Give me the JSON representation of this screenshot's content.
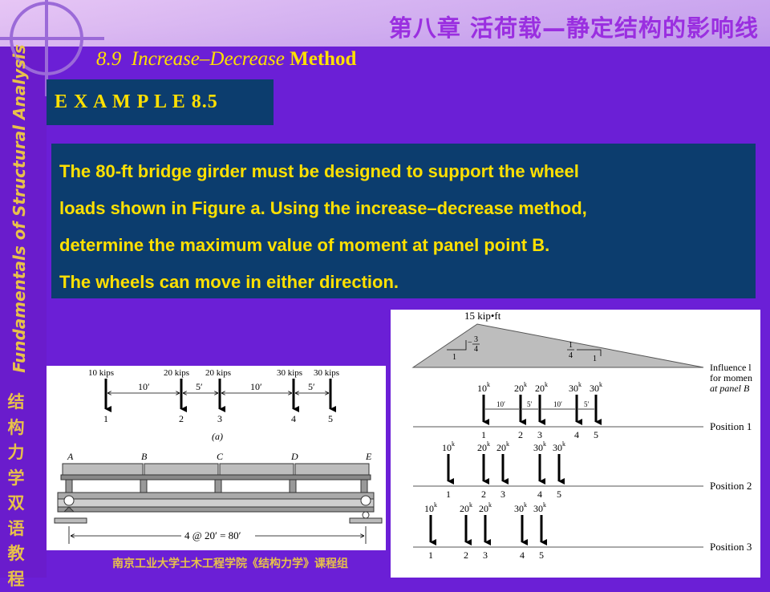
{
  "header": {
    "chapter_title": "第八章   活荷载—静定结构的影响线",
    "section_number": "8.9",
    "section_italic": "Increase–Decrease",
    "section_method": "Method"
  },
  "sidebar": {
    "vertical_title": "Fundamentals of Structural Analysis",
    "vertical_cn": [
      "结",
      "构",
      "力",
      "学",
      "双",
      "语",
      "教",
      "程"
    ]
  },
  "example": {
    "label": "E X A M P L E  8.5"
  },
  "problem": {
    "lines": [
      "The 80-ft bridge girder must be designed to support the wheel",
      "loads shown in Figure a. Using the increase–decrease method,",
      "determine the maximum value of moment at panel point B.",
      "The wheels can move in either direction."
    ]
  },
  "figure_a": {
    "loads": [
      "10 kips",
      "20 kips",
      "20 kips",
      "30 kips",
      "30 kips"
    ],
    "wheel_numbers": [
      "1",
      "2",
      "3",
      "4",
      "5"
    ],
    "spacings": [
      "10′",
      "5′",
      "10′",
      "5′"
    ],
    "caption": "(a)",
    "panel_points": [
      "A",
      "B",
      "C",
      "D",
      "E"
    ],
    "span_label": "4 @ 20′ = 80′"
  },
  "figure_b": {
    "peak_label": "15 kip•ft",
    "slope_left_num": "3",
    "slope_left_den": "4",
    "slope_left_sign": "−",
    "slope_left_run": "1",
    "slope_right_num": "1",
    "slope_right_den": "4",
    "slope_right_run": "1",
    "il_label": [
      "Influence l",
      "for momen",
      "at panel B"
    ],
    "positions": [
      {
        "label": "Position 1",
        "loads": [
          "10",
          "20",
          "20",
          "30",
          "30"
        ],
        "wheels": [
          "1",
          "2",
          "3",
          "4",
          "5"
        ],
        "spacings": [
          "10′",
          "5′",
          "10′",
          "5′"
        ]
      },
      {
        "label": "Position 2",
        "loads": [
          "10",
          "20",
          "20",
          "30",
          "30"
        ],
        "wheels": [
          "1",
          "2",
          "3",
          "4",
          "5"
        ]
      },
      {
        "label": "Position 3",
        "loads": [
          "10",
          "20",
          "20",
          "30",
          "30"
        ],
        "wheels": [
          "1",
          "2",
          "3",
          "4",
          "5"
        ]
      }
    ],
    "kip_superscript": "k"
  },
  "footer": {
    "text": "南京工业大学土木工程学院《结构力学》课程组"
  }
}
